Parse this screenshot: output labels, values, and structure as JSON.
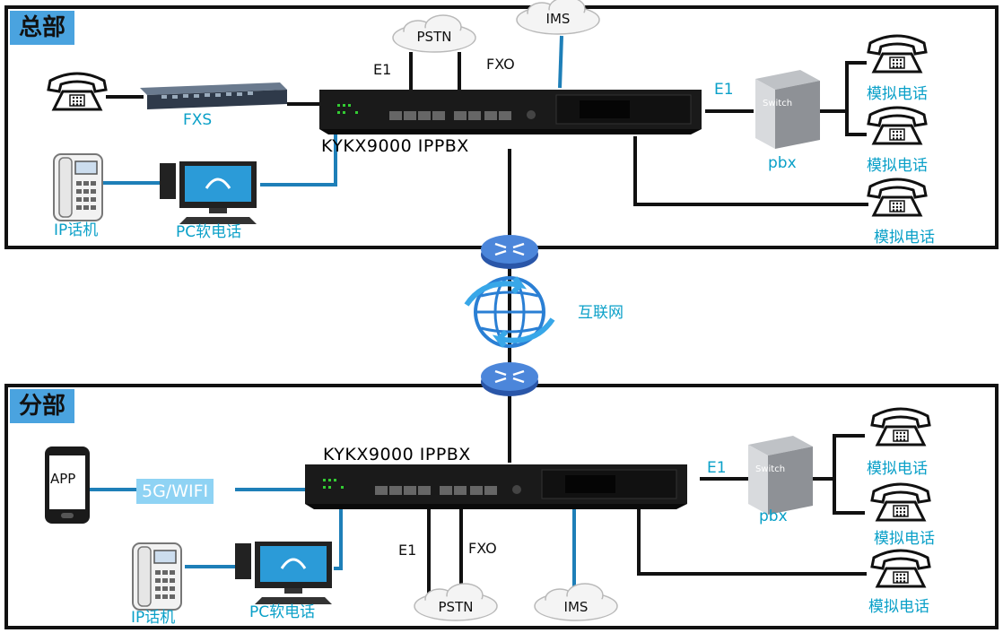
{
  "hq": {
    "tab": "总部",
    "pbx_label": "KYKX9000 IPPBX",
    "fxs": "FXS",
    "ip_phone": "IP话机",
    "pc_softphone": "PC软电话",
    "e1_top": "E1",
    "fxo_top": "FXO",
    "pstn": "PSTN",
    "ims": "IMS",
    "e1_right": "E1",
    "pbx": "pbx",
    "switch": "Switch",
    "analog_1": "模拟电话",
    "analog_2": "模拟电话",
    "analog_3": "模拟电话"
  },
  "internet": {
    "label": "互联网"
  },
  "branch": {
    "tab": "分部",
    "pbx_label": "KYKX9000 IPPBX",
    "app": "APP",
    "wifi": "5G/WIFI",
    "ip_phone": "IP话机",
    "pc_softphone": "PC软电话",
    "e1_bottom": "E1",
    "fxo_bottom": "FXO",
    "pstn": "PSTN",
    "ims": "IMS",
    "e1_right": "E1",
    "pbx": "pbx",
    "switch": "Switch",
    "analog_1": "模拟电话",
    "analog_2": "模拟电话",
    "analog_3": "模拟电话"
  },
  "colors": {
    "tab": "#4aa3df",
    "link_blue": "#1e7fb8",
    "label_cyan": "#0aa0c8",
    "router": "#3a6fc8"
  }
}
